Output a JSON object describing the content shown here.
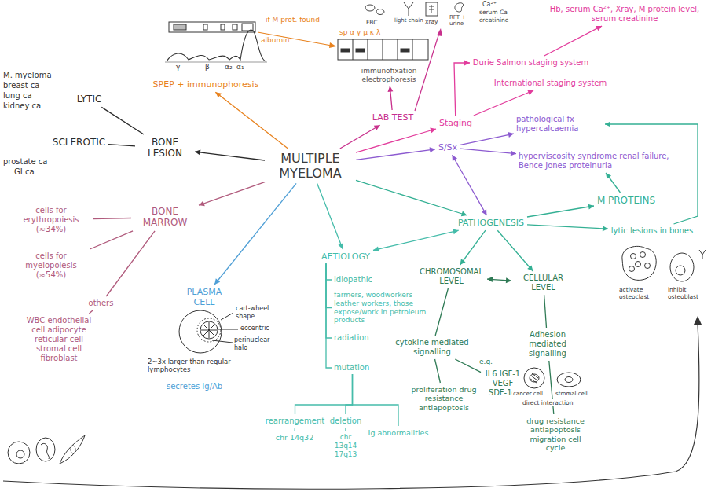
{
  "diagram": {
    "nodes": [
      {
        "text": [
          "MULTIPLE MYELOMA"
        ]
      },
      {
        "text": [
          "BONE LESION"
        ]
      },
      {
        "text": [
          "LYTIC"
        ]
      },
      {
        "text": [
          "SCLEROTIC"
        ]
      },
      {
        "text": [
          "SPEP + immunophoresis"
        ]
      },
      {
        "text": [
          "immunofixation electrophoresis"
        ]
      },
      {
        "text": [
          "LAB TEST"
        ]
      },
      {
        "text": [
          "Staging"
        ]
      },
      {
        "text": [
          "Durie Salmon staging system"
        ]
      },
      {
        "text": [
          "Hb, serum Ca²⁺, Xray, M protein level, serum creatinine"
        ]
      },
      {
        "text": [
          "International staging system"
        ]
      },
      {
        "text": [
          "S/Sx"
        ]
      },
      {
        "text": [
          "pathological fx hypercalcaemia"
        ]
      },
      {
        "text": [
          "hyperviscosity syndrome renal failure, Bence Jones proteinuria"
        ]
      },
      {
        "text": [
          "PATHOGENESIS"
        ]
      },
      {
        "text": [
          "M PROTEINS"
        ]
      },
      {
        "text": [
          "lytic lesions in bones"
        ]
      },
      {
        "text": [
          "CHROMOSOMAL LEVEL"
        ]
      },
      {
        "text": [
          "CELLULAR LEVEL"
        ]
      },
      {
        "text": [
          "cytokine mediated signalling"
        ]
      },
      {
        "text": [
          "proliferation drug resistance antiapoptosis"
        ]
      },
      {
        "text": [
          "IL6 IGF-1 VEGF SDF-1α"
        ]
      },
      {
        "text": [
          "Adhesion mediated signalling"
        ]
      },
      {
        "text": [
          "drug resistance antiapoptosis migration cell cycle"
        ]
      },
      {
        "text": [
          "AETIOLOGY"
        ]
      },
      {
        "text": [
          "idiopathic"
        ]
      },
      {
        "text": [
          "farmers, woodworkers leather workers, those expose/work in petroleum products"
        ]
      },
      {
        "text": [
          "radiation"
        ]
      },
      {
        "text": [
          "mutation"
        ]
      },
      {
        "text": [
          "rearrangement"
        ]
      },
      {
        "text": [
          "chr 14q32"
        ]
      },
      {
        "text": [
          "deletion"
        ]
      },
      {
        "text": [
          "chr 13q14 17q13"
        ]
      },
      {
        "text": [
          "Ig abnormalities"
        ]
      },
      {
        "text": [
          "PLASMA CELL"
        ]
      },
      {
        "text": [
          "BONE MARROW"
        ]
      },
      {
        "text": [
          "cells for erythropoiesis (≈34%)"
        ]
      },
      {
        "text": [
          "cells for myelopoiesis (≈54%)"
        ]
      },
      {
        "text": [
          "others"
        ]
      },
      {
        "text": [
          "WBC endothelial cell adipocyte reticular cell stromal cell fibroblast"
        ]
      }
    ],
    "edges": [
      {
        "from": 0,
        "to": 1,
        "arrow": "to"
      },
      {
        "from": 1,
        "to": 2,
        "arrow": "none"
      },
      {
        "from": 1,
        "to": 3,
        "arrow": "none"
      },
      {
        "from": 0,
        "to": 4,
        "arrow": "to"
      },
      {
        "from": 0,
        "to": 6,
        "arrow": "to"
      },
      {
        "from": 6,
        "to": 5,
        "arrow": "to"
      },
      {
        "from": 0,
        "to": 7,
        "arrow": "to"
      },
      {
        "from": 7,
        "to": 8,
        "arrow": "to"
      },
      {
        "from": 8,
        "to": 9,
        "arrow": "to"
      },
      {
        "from": 7,
        "to": 10,
        "arrow": "to"
      },
      {
        "from": 0,
        "to": 11,
        "arrow": "to"
      },
      {
        "from": 11,
        "to": 12,
        "arrow": "to"
      },
      {
        "from": 11,
        "to": 13,
        "arrow": "to"
      },
      {
        "from": 11,
        "to": 14,
        "arrow": "both"
      },
      {
        "from": 0,
        "to": 14,
        "arrow": "to"
      },
      {
        "from": 14,
        "to": 15,
        "arrow": "to"
      },
      {
        "from": 15,
        "to": 13,
        "arrow": "to"
      },
      {
        "from": 14,
        "to": 16,
        "arrow": "to"
      },
      {
        "from": 16,
        "to": 12,
        "arrow": "to"
      },
      {
        "from": 14,
        "to": 17,
        "arrow": "to"
      },
      {
        "from": 14,
        "to": 18,
        "arrow": "to"
      },
      {
        "from": 17,
        "to": 18,
        "arrow": "both"
      },
      {
        "from": 17,
        "to": 19,
        "arrow": "none"
      },
      {
        "from": 19,
        "to": 20,
        "arrow": "none"
      },
      {
        "from": 19,
        "to": 21,
        "arrow": "none"
      },
      {
        "from": 18,
        "to": 22,
        "arrow": "none"
      },
      {
        "from": 22,
        "to": 23,
        "arrow": "none"
      },
      {
        "from": 0,
        "to": 24,
        "arrow": "to"
      },
      {
        "from": 24,
        "to": 14,
        "arrow": "both"
      },
      {
        "from": 24,
        "to": 25,
        "arrow": "none"
      },
      {
        "from": 24,
        "to": 26,
        "arrow": "none"
      },
      {
        "from": 24,
        "to": 27,
        "arrow": "none"
      },
      {
        "from": 24,
        "to": 28,
        "arrow": "none"
      },
      {
        "from": 28,
        "to": 29,
        "arrow": "none"
      },
      {
        "from": 28,
        "to": 31,
        "arrow": "none"
      },
      {
        "from": 28,
        "to": 33,
        "arrow": "none"
      },
      {
        "from": 29,
        "to": 30,
        "arrow": "none"
      },
      {
        "from": 31,
        "to": 32,
        "arrow": "none"
      },
      {
        "from": 0,
        "to": 34,
        "arrow": "to"
      },
      {
        "from": 0,
        "to": 35,
        "arrow": "to"
      },
      {
        "from": 35,
        "to": 36,
        "arrow": "none"
      },
      {
        "from": 35,
        "to": 37,
        "arrow": "none"
      },
      {
        "from": 35,
        "to": 38,
        "arrow": "none"
      },
      {
        "from": 38,
        "to": 39,
        "arrow": "none"
      }
    ],
    "labels": [
      "M. myeloma",
      "breast ca",
      "lung ca",
      "kidney ca",
      "prostate ca",
      "GI ca",
      "γ",
      "β",
      "α₂",
      "α₁",
      "albumin",
      "if M prot. found",
      "sp α γ μ κ λ",
      "FBC",
      "light chain",
      "xray",
      "RFT + urine",
      "Ca²⁺",
      "serum Ca",
      "creatinine",
      "activate osteoclast",
      "inhibit osteoblast",
      "e.g.",
      "cancer cell",
      "stromal cell",
      "direct interaction",
      "cart-wheel shape",
      "eccentric",
      "perinuclear halo",
      "2~3x larger than regular lymphocytes",
      "secretes Ig/Ab"
    ]
  }
}
